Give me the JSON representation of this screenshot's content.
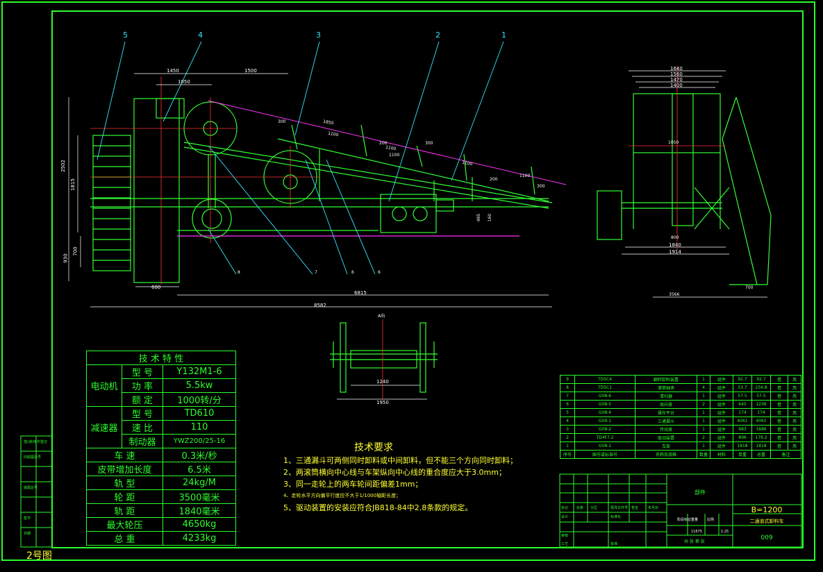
{
  "sheet": {
    "size_label": "2号图",
    "colors": {
      "border": "#2bff2b",
      "outline": "#33ff33",
      "leader": "#33e6ff",
      "dim": "#ffffff",
      "center": "#ff3333",
      "belt": "#ff33ff",
      "note": "#ffff33"
    }
  },
  "callouts": [
    "5",
    "4",
    "3",
    "2",
    "1"
  ],
  "bottom_callouts": [
    "8",
    "7",
    "6",
    "6"
  ],
  "dims": {
    "side": [
      "1450",
      "1500",
      "1050",
      "1850",
      "1100",
      "1100",
      "1100",
      "300",
      "300",
      "1100",
      "200",
      "1100",
      "300",
      "200",
      "2502",
      "1815",
      "700",
      "930",
      "600",
      "495",
      "160",
      "6815",
      "8582"
    ],
    "end": [
      "1640",
      "1560",
      "1470",
      "1400",
      "1050",
      "800",
      "1840",
      "1914",
      "700",
      "3566"
    ],
    "section": [
      "A向",
      "1240",
      "1950"
    ]
  },
  "spec_table": {
    "title": "技 术 特 性",
    "rows": [
      {
        "group": "电动机",
        "label": "型 号",
        "value": "Y132M1-6"
      },
      {
        "group": "",
        "label": "功 率",
        "value": "5.5kw"
      },
      {
        "group": "",
        "label": "额 定",
        "value": "1000转/分"
      },
      {
        "group": "减速器",
        "label": "型 号",
        "value": "TD610"
      },
      {
        "group": "",
        "label": "速 比",
        "value": "110"
      },
      {
        "group": "",
        "label": "制动器",
        "value": "YWZ200/25-16"
      },
      {
        "label": "车 速",
        "value": "0.3米/秒"
      },
      {
        "label": "皮带增加长度",
        "value": "6.5米"
      },
      {
        "label": "轨 型",
        "value": "24kg/M"
      },
      {
        "label": "轮 距",
        "value": "3500毫米"
      },
      {
        "label": "轨 距",
        "value": "1840毫米"
      },
      {
        "label": "最大轮压",
        "value": "4650kg"
      },
      {
        "label": "总 重",
        "value": "4233kg"
      }
    ]
  },
  "notes": {
    "title": "技术要求",
    "items": [
      "1、三通漏斗可两侧同时卸料或中间卸料，但不能三个方向同时卸料；",
      "2、两滚筒横向中心线与车架纵向中心线的重合度应大于3.0mm；",
      "3、同一走轮上的两车轮间距偏差1mm；",
      "4、走轮水平方向偏平行度应不大于1/1000轴距长度；",
      "5、驱动装置的安装应符合JB818-84中2.8条款的规定。"
    ]
  },
  "parts_list": {
    "rows": [
      [
        "9",
        "TD5C4",
        "翻转卸料装置",
        "1",
        "组件",
        "92.7",
        "92.7",
        "借",
        "用"
      ],
      [
        "8",
        "TD5C1",
        "滚筒轴承",
        "4",
        "组件",
        "53.7",
        "254.8",
        "借",
        "用"
      ],
      [
        "7",
        "G08-6",
        "清扫器",
        "1",
        "组件",
        "57.5",
        "57.5",
        "借",
        "用"
      ],
      [
        "6",
        "G08-5",
        "改向滚",
        "2",
        "组件",
        "645",
        "1236",
        "借",
        "用"
      ],
      [
        "5",
        "G08-4",
        "操作平台",
        "1",
        "组件",
        "174",
        "174",
        "借",
        "用"
      ],
      [
        "4",
        "G09-1",
        "三通漏斗",
        "1",
        "组件",
        "4061",
        "4061",
        "借",
        "用"
      ],
      [
        "3",
        "G08-2",
        "传动滚",
        "1",
        "组件",
        "983",
        "1686",
        "借",
        "用"
      ],
      [
        "2",
        "TD4F7.2",
        "驱动装置",
        "2",
        "组件",
        "896",
        "179.2",
        "借",
        "用"
      ],
      [
        "1",
        "G08-1",
        "车架",
        "1",
        "组件",
        "1818",
        "1818",
        "借",
        "用"
      ]
    ],
    "header": [
      "序号",
      "图号或标准号",
      "名称及规格",
      "数量",
      "材料",
      "单重",
      "总重",
      "备注"
    ]
  },
  "title_block": {
    "part_name": "部件",
    "model": "B=1200",
    "name": "二通道式卸料车",
    "drawing_no": "009",
    "scale": "1:25",
    "stage": "阶段标记",
    "weight_label": "重量",
    "scale_label": "比例",
    "weight_value": "11675",
    "sheet_label": "共 张 第 张",
    "signers": [
      "标记",
      "处数",
      "分区",
      "更改文件号",
      "签名",
      "年月日",
      "设计",
      "标准化",
      "审核",
      "工艺",
      "批准"
    ],
    "left_strip": [
      "借(通)用件登记",
      "旧底图总号",
      "底图总号",
      "签字",
      "日期"
    ]
  }
}
